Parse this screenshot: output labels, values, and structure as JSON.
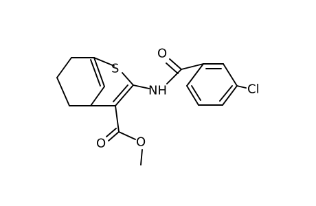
{
  "molecule": {
    "atoms": {
      "sulfur": "S",
      "amide_oxygen": "O",
      "amide_nitrogen": "NH",
      "chlorine": "Cl",
      "carbonyl_oxygen": "O",
      "ether_oxygen": "O"
    }
  }
}
